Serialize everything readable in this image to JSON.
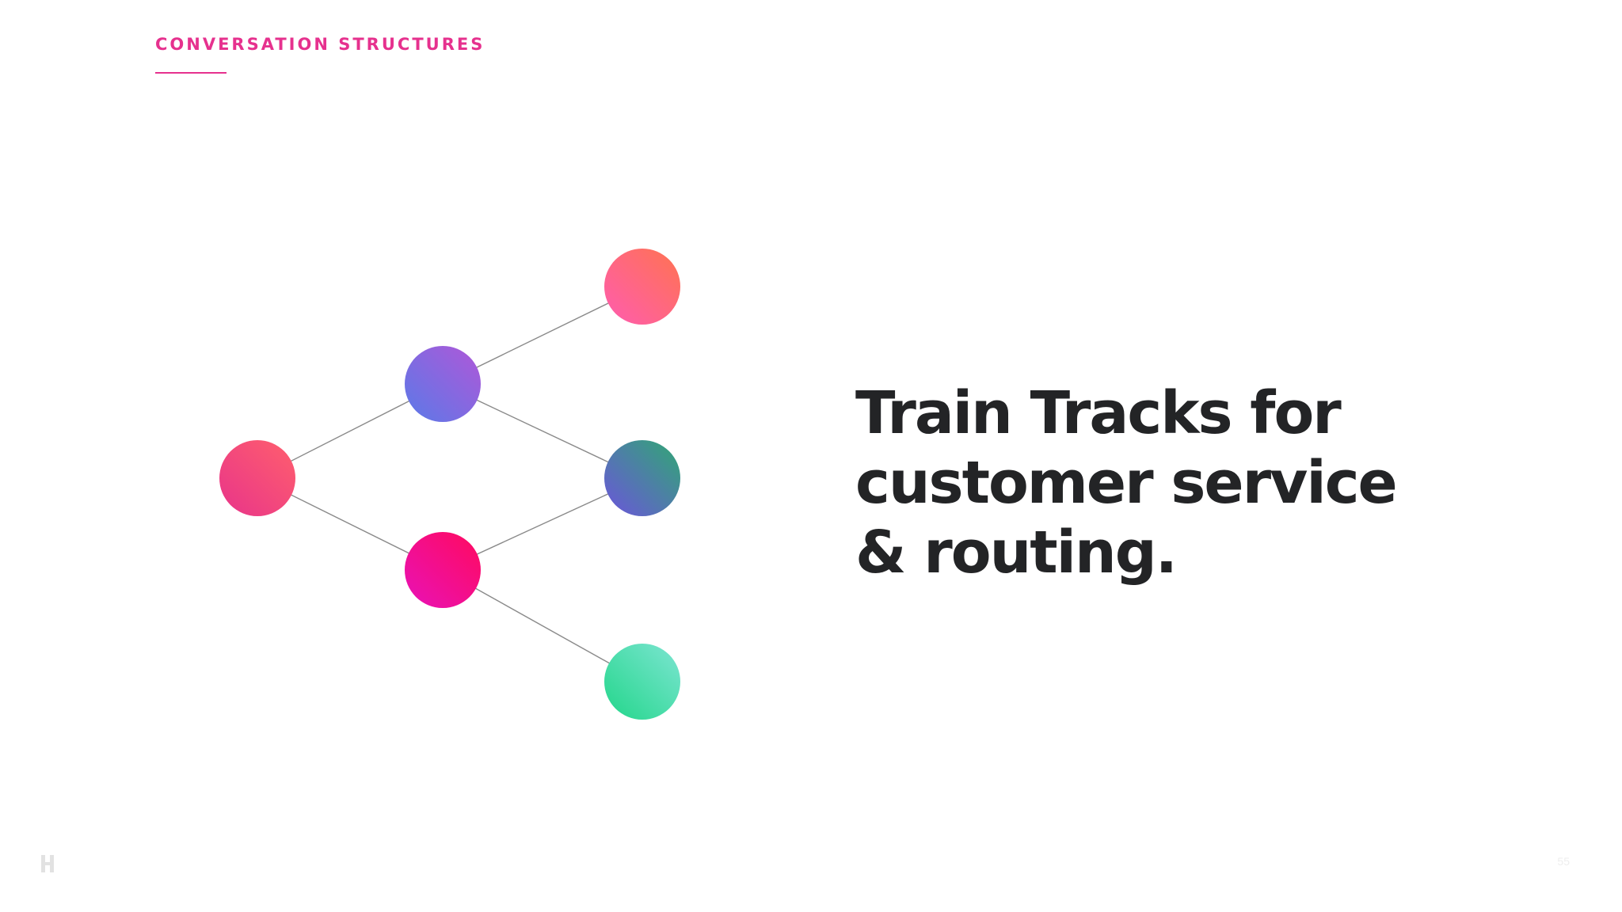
{
  "slide": {
    "kicker": "CONVERSATION STRUCTURES",
    "headline_lines": [
      "Train Tracks for",
      "customer service",
      "& routing."
    ],
    "page_number": "55",
    "logo_icon": "h-logo-icon"
  },
  "colors": {
    "accent": "#e6318e",
    "headline": "#232426",
    "connector": "#8a8a8a"
  },
  "diagram": {
    "nodes": [
      {
        "id": "root",
        "gradient": [
          "#ff5f6d",
          "#e8348a"
        ]
      },
      {
        "id": "upper-branch",
        "gradient": [
          "#a05cdc",
          "#6474e5"
        ]
      },
      {
        "id": "lower-branch",
        "gradient": [
          "#ff0a6c",
          "#ea0faf"
        ]
      },
      {
        "id": "leaf-top",
        "gradient": [
          "#ff6f61",
          "#ff5fa8"
        ]
      },
      {
        "id": "leaf-middle",
        "gradient": [
          "#3aa37a",
          "#6a59d6"
        ]
      },
      {
        "id": "leaf-bottom",
        "gradient": [
          "#6ce0c8",
          "#2fd895"
        ]
      }
    ],
    "edges": [
      [
        "root",
        "upper-branch"
      ],
      [
        "root",
        "lower-branch"
      ],
      [
        "upper-branch",
        "leaf-top"
      ],
      [
        "upper-branch",
        "leaf-middle"
      ],
      [
        "lower-branch",
        "leaf-middle"
      ],
      [
        "lower-branch",
        "leaf-bottom"
      ]
    ]
  }
}
